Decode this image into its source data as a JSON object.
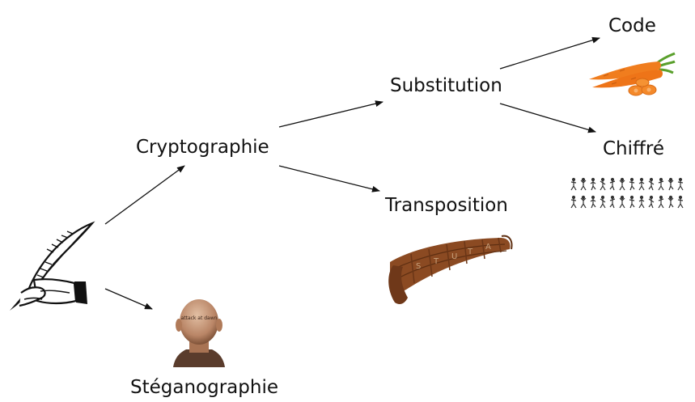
{
  "diagram": {
    "nodes": {
      "root": {
        "icon": "quill-pen-in-hand-icon"
      },
      "cryptographie": {
        "label": "Cryptographie"
      },
      "steganographie": {
        "label": "Stéganographie",
        "image": "shaved-head-with-tattooed-message",
        "image_text": "attack at dawn"
      },
      "substitution": {
        "label": "Substitution"
      },
      "transposition": {
        "label": "Transposition",
        "image": "scytale-leather-strip"
      },
      "code": {
        "label": "Code",
        "image": "carrots"
      },
      "chiffre": {
        "label": "Chiffré",
        "image": "dancing-men-cipher-table"
      }
    },
    "edges": [
      {
        "from": "root",
        "to": "cryptographie"
      },
      {
        "from": "root",
        "to": "steganographie"
      },
      {
        "from": "cryptographie",
        "to": "substitution"
      },
      {
        "from": "cryptographie",
        "to": "transposition"
      },
      {
        "from": "substitution",
        "to": "code"
      },
      {
        "from": "substitution",
        "to": "chiffre"
      }
    ],
    "colors": {
      "text": "#111111",
      "arrow": "#111111",
      "carrot": "#f07d1e",
      "carrot_leaf": "#5aa02c",
      "scytale": "#8b4a22",
      "skin": "#c98e6c"
    }
  }
}
